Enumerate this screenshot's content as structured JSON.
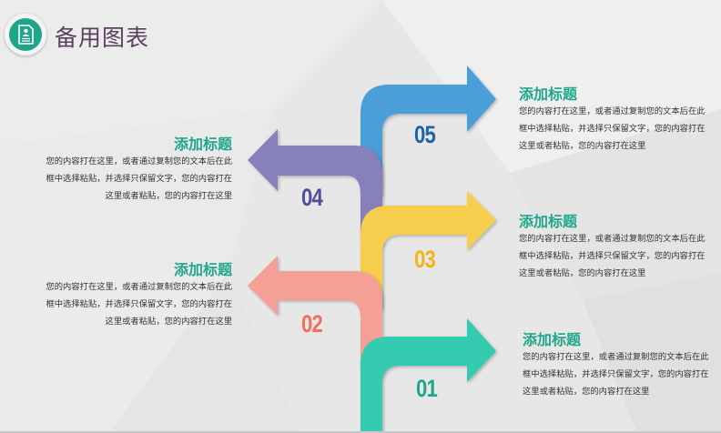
{
  "header": {
    "title": "备用图表",
    "icon": "resume-document-icon",
    "icon_color": "#1fa68a"
  },
  "steps": [
    {
      "id": "01",
      "number": "01",
      "color": "#36cbb0",
      "number_color": "#21a58a",
      "direction": "right",
      "title": "添加标题",
      "body": [
        "您的内容打在这里，或者通过复制您的文本后在此",
        "框中选择粘贴，并选择只保留文字，您的内容打在",
        "这里或者粘贴，您的内容打在这里"
      ]
    },
    {
      "id": "02",
      "number": "02",
      "color": "#f5a097",
      "number_color": "#f06f5e",
      "direction": "left",
      "title": "添加标题",
      "body": [
        "您的内容打在这里，或者通过复制您的文本后在此",
        "框中选择粘贴，并选择只保留文字，您的内容打在",
        "这里或者粘贴，您的内容打在这里"
      ]
    },
    {
      "id": "03",
      "number": "03",
      "color": "#f7cd4e",
      "number_color": "#f0b514",
      "direction": "right",
      "title": "添加标题",
      "body": [
        "您的内容打在这里，或者通过复制您的文本后在此",
        "框中选择粘贴，并选择只保留文字，您的内容打在",
        "这里或者粘贴，您的内容打在这里"
      ]
    },
    {
      "id": "04",
      "number": "04",
      "color": "#8781bb",
      "number_color": "#4d4f9a",
      "direction": "left",
      "title": "添加标题",
      "body": [
        "您的内容打在这里，或者通过复制您的文本后在此",
        "框中选择粘贴，并选择只保留文字，您的内容打在",
        "这里或者粘贴，您的内容打在这里"
      ]
    },
    {
      "id": "05",
      "number": "05",
      "color": "#4c9fd9",
      "number_color": "#1f63a3",
      "direction": "right",
      "title": "添加标题",
      "body": [
        "您的内容打在这里，或者通过复制您的文本后在此",
        "框中选择粘贴，并选择只保留文字，您的内容打在",
        "这里或者粘贴，您的内容打在这里"
      ]
    }
  ]
}
